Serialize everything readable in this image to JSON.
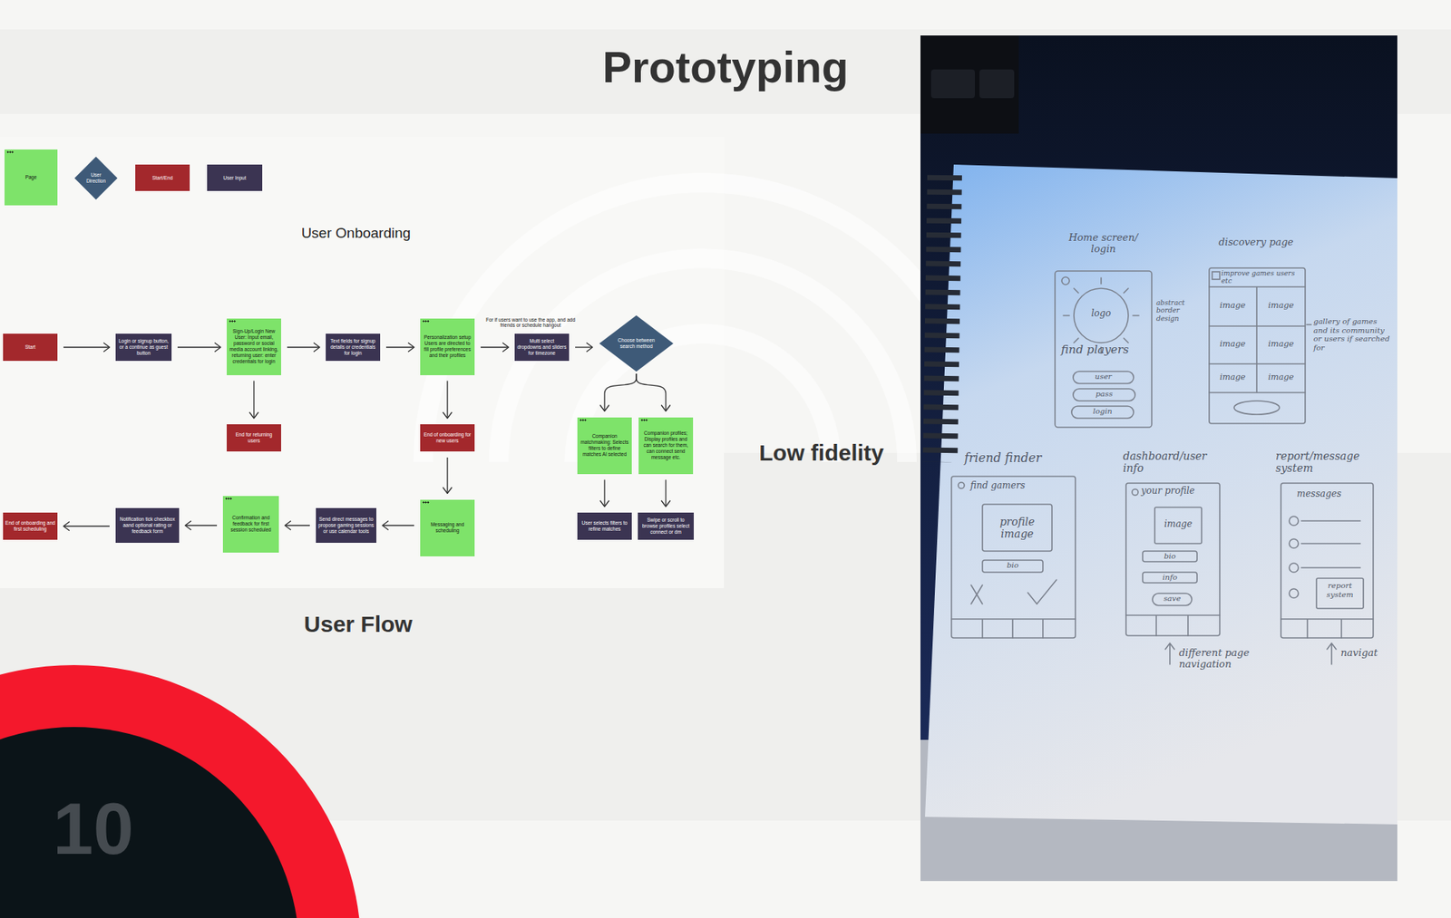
{
  "diagram": {
    "title": "Prototyping",
    "nodes": [
      {
        "text": [
          "Start"
        ]
      },
      {
        "text": [
          "Login or signup button, or a continue as guest button"
        ]
      },
      {
        "text": [
          "Sign-Up/Login New User: Input email, password or social media account linking, returning user: enter credentials for login"
        ]
      },
      {
        "text": [
          "Text fields for signup details or credentials for login"
        ]
      },
      {
        "text": [
          "Personalization setup Users are directed to fill profile preferences and their profiles"
        ]
      },
      {
        "text": [
          "Multi select dropdowns and sliders for timezone"
        ]
      },
      {
        "text": [
          "Choose between search method"
        ]
      },
      {
        "text": [
          "End for returning users"
        ]
      },
      {
        "text": [
          "End of onboarding for new users"
        ]
      },
      {
        "text": [
          "Companion matchmaking: Selects filters to define matches AI selected"
        ]
      },
      {
        "text": [
          "Companion profiles; Display profiles and can search for them, can connect send message etc."
        ]
      },
      {
        "text": [
          "User selects filters to refine matches"
        ]
      },
      {
        "text": [
          "Swipe or scroll to browse profiles select connect or dm"
        ]
      },
      {
        "text": [
          "Messaging and scheduling"
        ]
      },
      {
        "text": [
          "Send direct messages to propose gaming sessions or use calendar tools"
        ]
      },
      {
        "text": [
          "Confirmation and feedback for first session scheduled"
        ]
      },
      {
        "text": [
          "Notification tick checkbox aand optional rating or feedback form"
        ]
      },
      {
        "text": [
          "End of onboarding and first scheduling"
        ]
      }
    ],
    "edges": [
      {
        "from": 0,
        "to": 1,
        "arrow": "to"
      },
      {
        "from": 1,
        "to": 2,
        "arrow": "to"
      },
      {
        "from": 2,
        "to": 3,
        "arrow": "to"
      },
      {
        "from": 3,
        "to": 4,
        "arrow": "to"
      },
      {
        "from": 4,
        "to": 5,
        "arrow": "to"
      },
      {
        "from": 5,
        "to": 6,
        "arrow": "to"
      },
      {
        "from": 2,
        "to": 7,
        "arrow": "to"
      },
      {
        "from": 4,
        "to": 8,
        "arrow": "to"
      },
      {
        "from": 6,
        "to": 9,
        "arrow": "to"
      },
      {
        "from": 6,
        "to": 10,
        "arrow": "to"
      },
      {
        "from": 9,
        "to": 11,
        "arrow": "to"
      },
      {
        "from": 10,
        "to": 12,
        "arrow": "to"
      },
      {
        "from": 8,
        "to": 13,
        "arrow": "to"
      },
      {
        "from": 13,
        "to": 14,
        "arrow": "to"
      },
      {
        "from": 14,
        "to": 15,
        "arrow": "to"
      },
      {
        "from": 15,
        "to": 16,
        "arrow": "to"
      },
      {
        "from": 16,
        "to": 17,
        "arrow": "to"
      }
    ],
    "labels": [
      "User Onboarding",
      "For if users want to use the app, and add friends or schedule hangout",
      "User Flow",
      "Low fidelity",
      "10",
      "Home screen/ login",
      "discovery page",
      "logo",
      "abstract border design",
      "find players",
      "user",
      "pass",
      "login",
      "improve games users etc",
      "image",
      "image",
      "image",
      "image",
      "image",
      "image",
      "gallery of games and its community or users if searched for",
      "friend finder",
      "find gamers",
      "profile image",
      "bio",
      "dashboard/user info",
      "your profile",
      "image",
      "bio",
      "info",
      "save",
      "report/message system",
      "messages",
      "report system",
      "different page navigation",
      "navigat"
    ],
    "legend": [
      {
        "text": "Page",
        "color": "#7ee36a"
      },
      {
        "text": "User Direction",
        "color": "#3e5a78"
      },
      {
        "text": "Start/End",
        "color": "#a3282c"
      },
      {
        "text": "User Input",
        "color": "#3b3452"
      }
    ]
  }
}
